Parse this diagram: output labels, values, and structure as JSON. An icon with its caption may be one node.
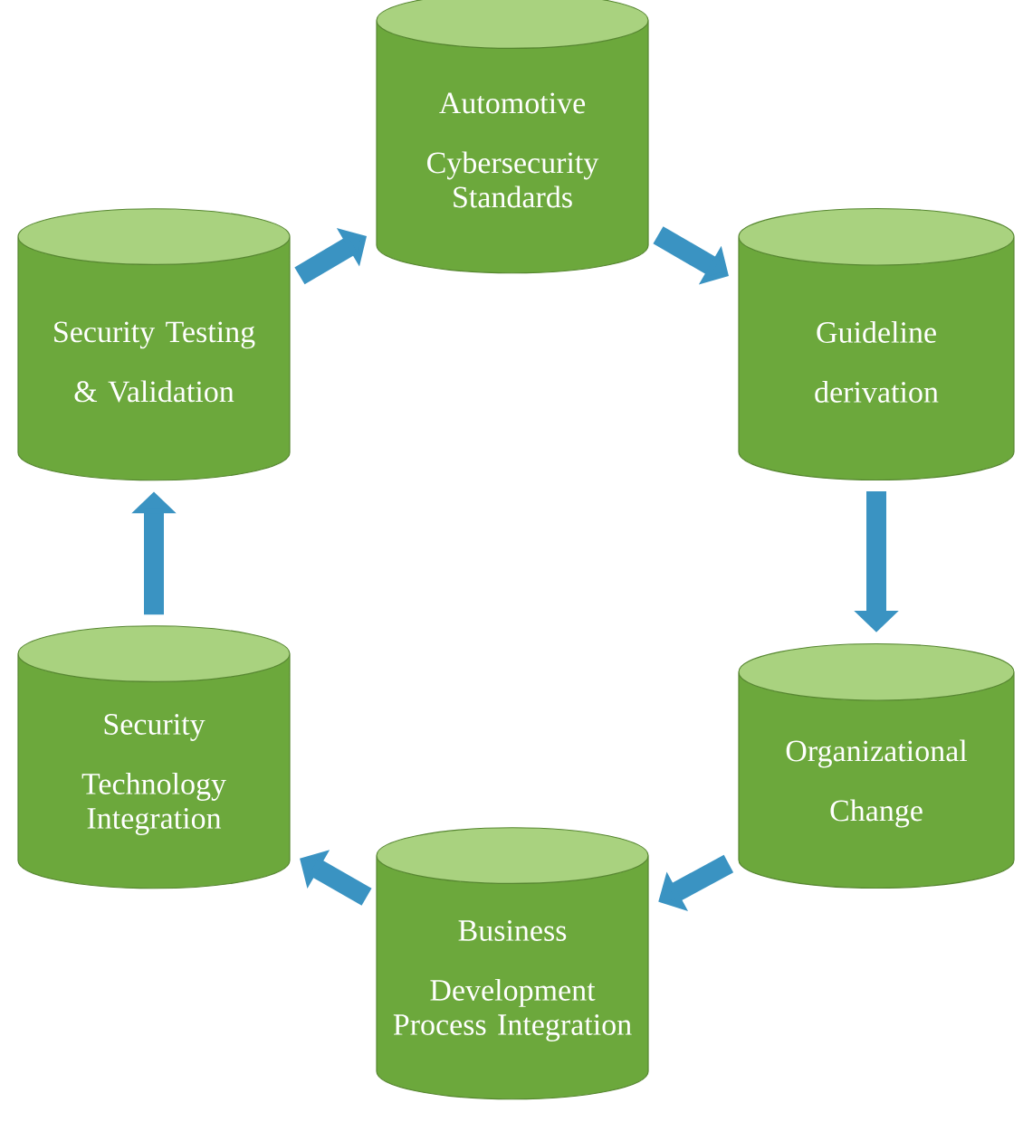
{
  "diagram": {
    "nodes": [
      {
        "text": [
          "Automotive Cybersecurity Standards"
        ]
      },
      {
        "text": [
          "Guideline derivation"
        ]
      },
      {
        "text": [
          "Organizational Change"
        ]
      },
      {
        "text": [
          "Business Development Process Integration"
        ]
      },
      {
        "text": [
          "Security Technology Integration"
        ]
      },
      {
        "text": [
          "Security Testing & Validation"
        ]
      }
    ],
    "edges": [
      {
        "from": 0,
        "to": 1,
        "arrow": "to"
      },
      {
        "from": 1,
        "to": 2,
        "arrow": "to"
      },
      {
        "from": 2,
        "to": 3,
        "arrow": "to"
      },
      {
        "from": 3,
        "to": 4,
        "arrow": "to"
      },
      {
        "from": 4,
        "to": 5,
        "arrow": "to"
      },
      {
        "from": 5,
        "to": 0,
        "arrow": "to"
      }
    ]
  }
}
